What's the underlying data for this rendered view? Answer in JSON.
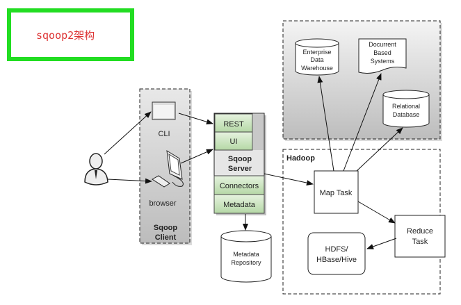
{
  "title": "sqoop2架构",
  "client": {
    "cli": "CLI",
    "browser": "browser",
    "label_line1": "Sqoop",
    "label_line2": "Client"
  },
  "server": {
    "rest": "REST",
    "ui": "UI",
    "label_line1": "Sqoop",
    "label_line2": "Server",
    "connectors": "Connectors",
    "metadata": "Metadata"
  },
  "repository": {
    "line1": "Metadata",
    "line2": "Repository"
  },
  "external": {
    "edw": [
      "Enterprise",
      "Data",
      "Warehouse"
    ],
    "docs": [
      "Docurrent",
      "Based",
      "Systems"
    ],
    "rdb": [
      "Relational",
      "Database"
    ]
  },
  "hadoop": {
    "label": "Hadoop",
    "map_task": "Map Task",
    "reduce_line1": "Reduce",
    "reduce_line2": "Task",
    "hdfs_line1": "HDFS/",
    "hdfs_line2": "HBase/Hive"
  },
  "colors": {
    "title_border": "#22dd22",
    "title_text": "#dd3333",
    "green_cell": "#cfe8c4"
  }
}
